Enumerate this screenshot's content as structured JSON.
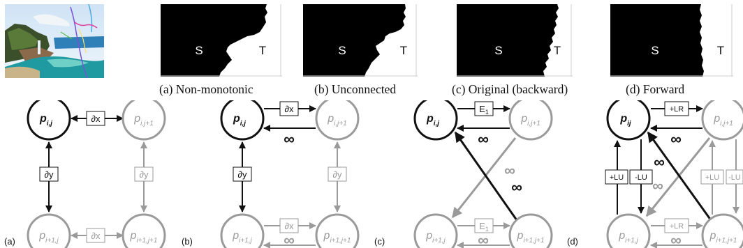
{
  "top_row": {
    "source_label": "S",
    "sink_label": "T",
    "captions": [
      "(a) Non-monotonic",
      "(b) Unconnected",
      "(c) Original (backward)",
      "(d) Forward"
    ]
  },
  "diagrams": {
    "panel_labels": [
      "(a)",
      "(b)",
      "(c)",
      "(d)"
    ],
    "node_base": "p",
    "node_subscripts": {
      "ij": "i,j",
      "ij_d": "ij",
      "ij1": "i,j+1",
      "i1j": "i+1,j",
      "i1j1": "i+1,j+1"
    },
    "edge_labels": {
      "dx": "∂x",
      "dy": "∂y",
      "inf": "∞",
      "e1_base": "E",
      "e1_sub": "1",
      "plus_lr": "+LR",
      "plus_lu": "+LU",
      "minus_lu": "-LU"
    }
  },
  "colors": {
    "black": "#111111",
    "gray": "#9a9a9a",
    "mask": "#000000"
  }
}
